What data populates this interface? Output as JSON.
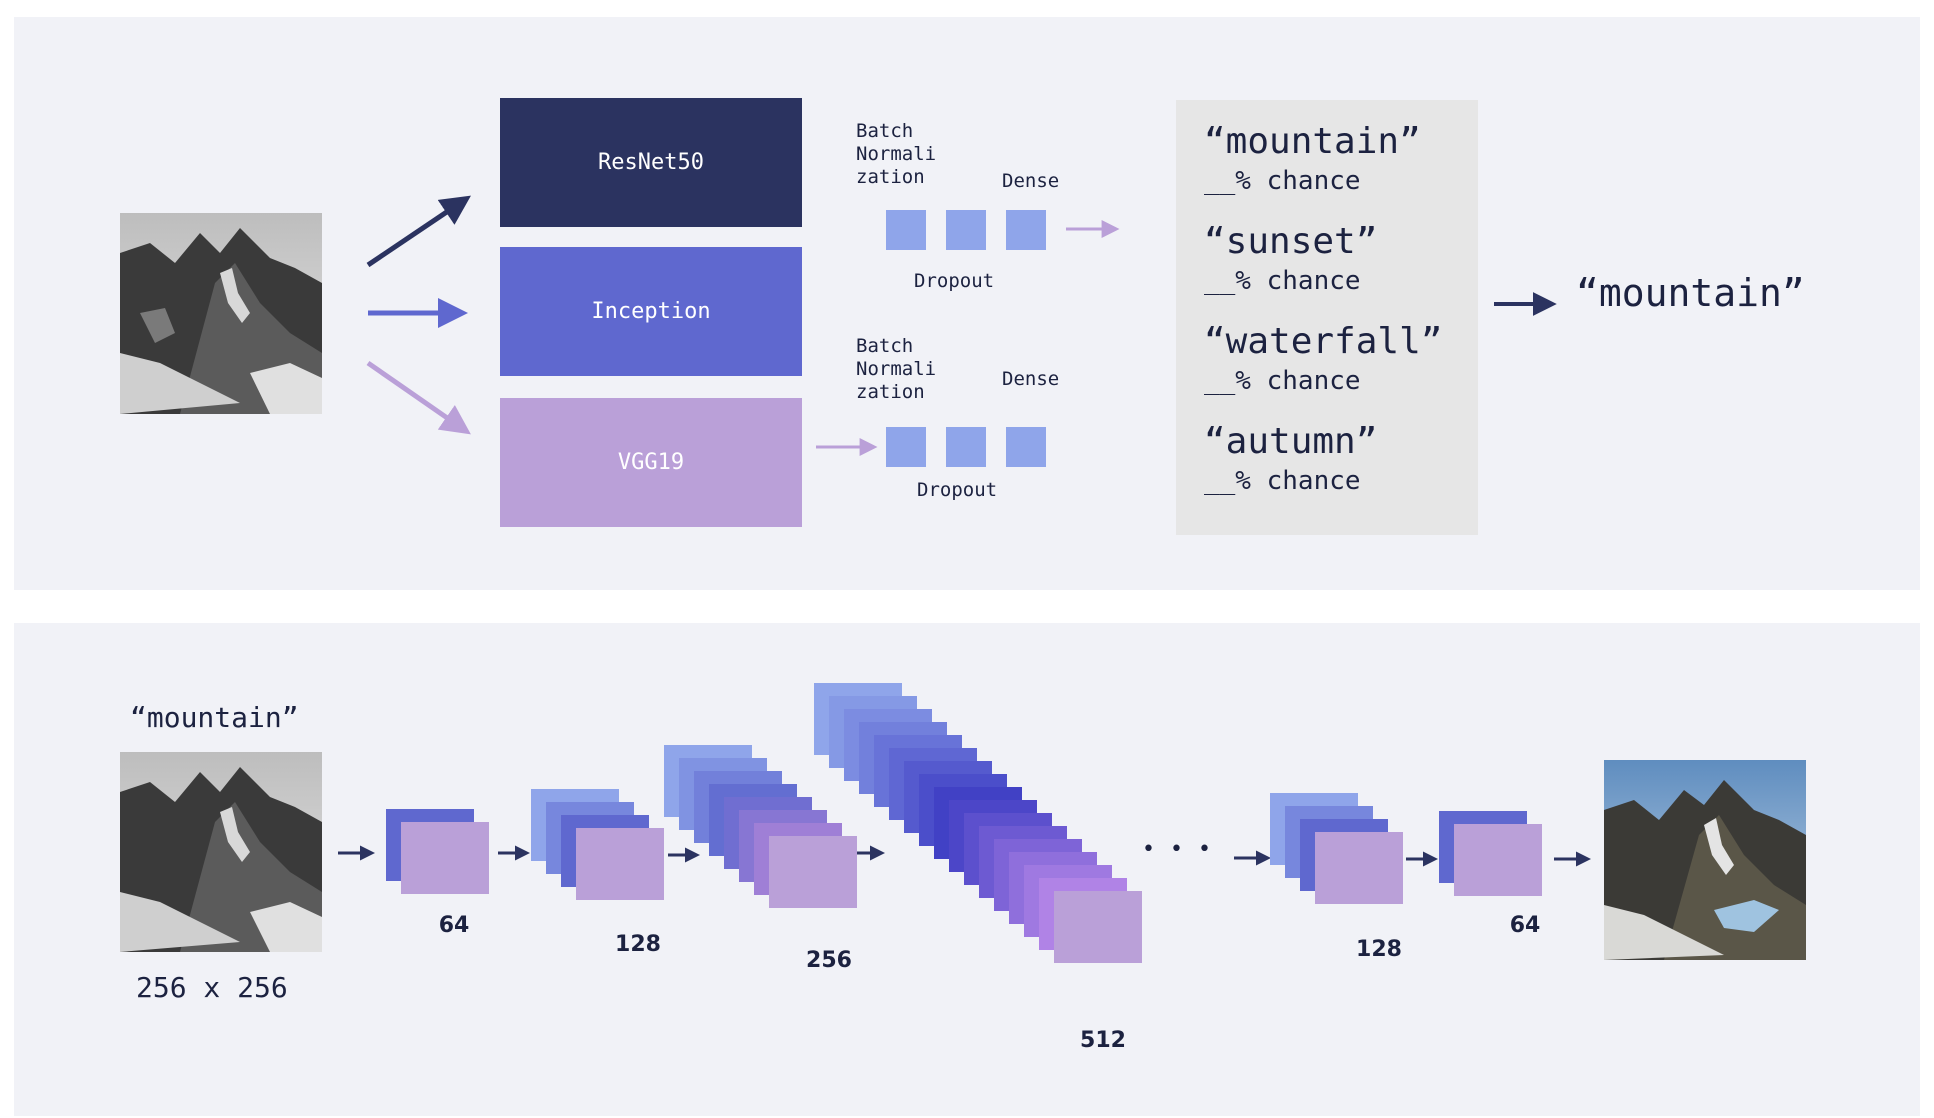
{
  "top": {
    "models": [
      {
        "label": "ResNet50",
        "color": "#2b3360"
      },
      {
        "label": "Inception",
        "color": "#5f68cf"
      },
      {
        "label": "VGG19",
        "color": "#baa0d8"
      }
    ],
    "branch1": {
      "batch_norm_label": "Batch\nNormali\nzation",
      "dense_label": "Dense",
      "dropout_label": "Dropout"
    },
    "branch2": {
      "batch_norm_label": "Batch\nNormali\nzation",
      "dense_label": "Dense",
      "dropout_label": "Dropout"
    },
    "predictions": [
      {
        "label": "“mountain”",
        "chance": "__% chance"
      },
      {
        "label": "“sunset”",
        "chance": "__% chance"
      },
      {
        "label": "“waterfall”",
        "chance": "__% chance"
      },
      {
        "label": "“autumn”",
        "chance": "__% chance"
      }
    ],
    "result_label": "“mountain”"
  },
  "bottom": {
    "input_caption": "“mountain”",
    "input_size": "256 x 256",
    "stage_labels": [
      "64",
      "128",
      "256",
      "512",
      "128",
      "64"
    ],
    "ellipsis": "• • •"
  },
  "colors": {
    "panel_bg": "#f1f2f7",
    "dark_navy": "#2b3360",
    "mid_blue": "#5f68cf",
    "lavender": "#baa0d8",
    "square_blue": "#8fa5ea",
    "text": "#1c2240"
  }
}
